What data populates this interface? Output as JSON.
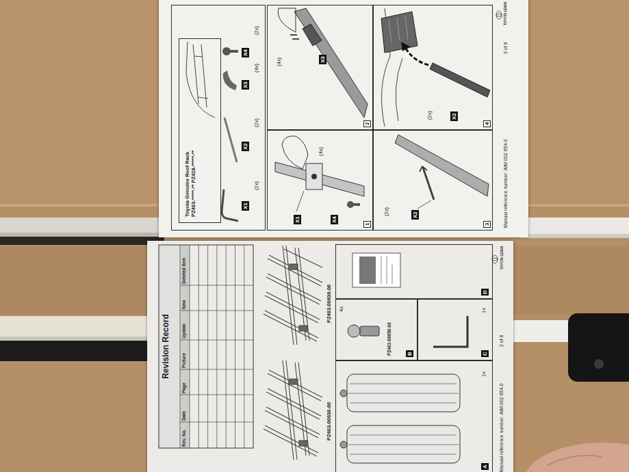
{
  "diagram": {
    "nodes": [
      {
        "text": [
          "A",
          "1x"
        ]
      },
      {
        "text": [
          "B",
          "PZ403-99650-00",
          "4x"
        ]
      },
      {
        "text": [
          "C",
          "1x"
        ]
      },
      {
        "text": [
          "D"
        ]
      },
      {
        "text": [
          "X1",
          "(2x)",
          "X2",
          "(2x)",
          "X3",
          "(4x)",
          "X4",
          "(2x)"
        ]
      },
      {
        "text": [
          "Toyota Genuine Roof Rack PZ403-*****-** PZ418-*****-**"
        ],
        "in": 4
      },
      {
        "text": [
          "X1",
          "X4",
          "(4x)",
          "1"
        ]
      },
      {
        "text": [
          "X3",
          "(4x)",
          "2"
        ]
      },
      {
        "text": [
          "X2",
          "(2x)",
          "3"
        ]
      },
      {
        "text": [
          "X2",
          "(2x)",
          "4"
        ]
      }
    ],
    "labels": [
      "Revision Record",
      "Rev. No.",
      "Date",
      "Page",
      "Picture",
      "Update",
      "New",
      "Deleted item",
      "PZ403-00630-00",
      "PZ403-00636-00",
      "Manual reference number: AIM 002 654-0",
      "2 of 8",
      "TOYOTA LEXUS",
      "Manual reference number: AIM 002 654-0",
      "3 of 8",
      "TOYOTA LEXUS"
    ]
  }
}
